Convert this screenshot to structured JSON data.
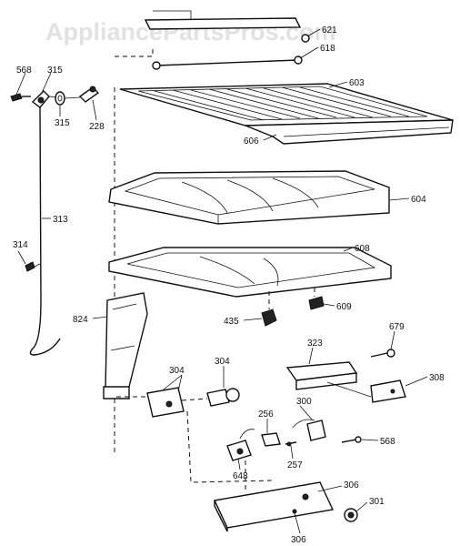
{
  "watermark": "AppliancePartsPros.com",
  "labels": {
    "p568a": "568",
    "p315a": "315",
    "p315b": "315",
    "p228": "228",
    "p313": "313",
    "p314": "314",
    "p824": "824",
    "p621": "621",
    "p618": "618",
    "p603": "603",
    "p606": "606",
    "p604": "604",
    "p608": "608",
    "p609": "609",
    "p435": "435",
    "p679": "679",
    "p323": "323",
    "p308": "308",
    "p304a": "304",
    "p304b": "304",
    "p256": "256",
    "p300": "300",
    "p568b": "568",
    "p257": "257",
    "p648": "648",
    "p306a": "306",
    "p306b": "306",
    "p301": "301"
  }
}
